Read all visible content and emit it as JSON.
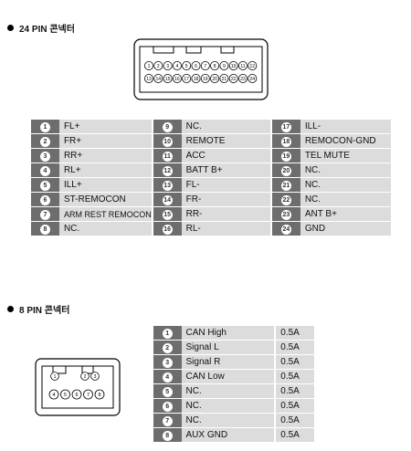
{
  "sections": {
    "pin24_title": "24 PIN 콘넥터",
    "pin8_title": "8 PIN 콘넥터"
  },
  "pin24": {
    "columns": [
      [
        {
          "num": "1",
          "label": "FL+"
        },
        {
          "num": "2",
          "label": "FR+"
        },
        {
          "num": "3",
          "label": "RR+"
        },
        {
          "num": "4",
          "label": "RL+"
        },
        {
          "num": "5",
          "label": "ILL+"
        },
        {
          "num": "6",
          "label": "ST-REMOCON"
        },
        {
          "num": "7",
          "label": "ARM REST REMOCON"
        },
        {
          "num": "8",
          "label": "NC."
        }
      ],
      [
        {
          "num": "9",
          "label": "NC."
        },
        {
          "num": "10",
          "label": "REMOTE"
        },
        {
          "num": "11",
          "label": "ACC"
        },
        {
          "num": "12",
          "label": "BATT B+"
        },
        {
          "num": "13",
          "label": "FL-"
        },
        {
          "num": "14",
          "label": "FR-"
        },
        {
          "num": "15",
          "label": "RR-"
        },
        {
          "num": "16",
          "label": "RL-"
        }
      ],
      [
        {
          "num": "17",
          "label": "ILL-"
        },
        {
          "num": "18",
          "label": "REMOCON-GND"
        },
        {
          "num": "19",
          "label": "TEL MUTE"
        },
        {
          "num": "20",
          "label": "NC."
        },
        {
          "num": "21",
          "label": "NC."
        },
        {
          "num": "22",
          "label": "NC."
        },
        {
          "num": "23",
          "label": "ANT B+"
        },
        {
          "num": "24",
          "label": "GND"
        }
      ]
    ]
  },
  "pin8": {
    "rows": [
      {
        "num": "1",
        "label": "CAN High",
        "amp": "0.5A"
      },
      {
        "num": "2",
        "label": "Signal L",
        "amp": "0.5A"
      },
      {
        "num": "3",
        "label": "Signal R",
        "amp": "0.5A"
      },
      {
        "num": "4",
        "label": "CAN Low",
        "amp": "0.5A"
      },
      {
        "num": "5",
        "label": "NC.",
        "amp": "0.5A"
      },
      {
        "num": "6",
        "label": "NC.",
        "amp": "0.5A"
      },
      {
        "num": "7",
        "label": "NC.",
        "amp": "0.5A"
      },
      {
        "num": "8",
        "label": "AUX GND",
        "amp": "0.5A"
      }
    ]
  }
}
